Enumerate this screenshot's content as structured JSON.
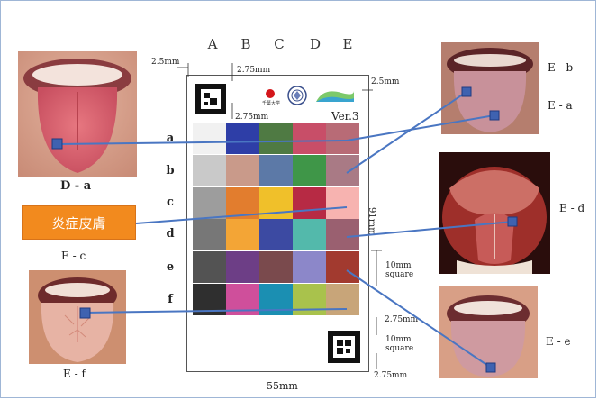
{
  "columns": [
    "A",
    "B",
    "C",
    "D",
    "E"
  ],
  "rows": [
    "a",
    "b",
    "c",
    "d",
    "e",
    "f"
  ],
  "card": {
    "ver": "Ver.3",
    "logo_text": "千葉大学",
    "dims": {
      "left_margin": "2.5mm",
      "right_margin": "2.5mm",
      "top_gap_1": "2.75mm",
      "top_gap_2": "2.75mm",
      "height_total": "91mm",
      "square_1": "10mm\nsquare",
      "square_2": "10mm\nsquare",
      "bottom_gap_1": "2.75mm",
      "bottom_gap_2": "2.75mm",
      "width_total": "55mm"
    },
    "swatches": [
      [
        "#f1f1f1",
        "#2e3ea7",
        "#4f7a43",
        "#c84e68",
        "#b86b76"
      ],
      [
        "#c9c9c9",
        "#c99a8a",
        "#5c79a7",
        "#3f9648",
        "#a97a85"
      ],
      [
        "#9d9d9d",
        "#e27d2e",
        "#f0c02a",
        "#b72a44",
        "#f7b3b0"
      ],
      [
        "#777777",
        "#f3a536",
        "#3c4aa2",
        "#53b9ab",
        "#9a6070"
      ],
      [
        "#535353",
        "#6d3e86",
        "#7a4a4d",
        "#8c87c9",
        "#a23a2f"
      ],
      [
        "#2f2f2f",
        "#cf4f9b",
        "#1b8fb2",
        "#a9c24c",
        "#c8a579"
      ]
    ]
  },
  "photos": {
    "da": "D - a",
    "ec": "E - c",
    "ef": "E - f",
    "eb": "E - b",
    "ea": "E - a",
    "ed": "E - d",
    "ee": "E - e"
  },
  "tag": "炎症皮膚",
  "colors": {
    "line": "#4a76c2",
    "marker": "#3f62b0"
  }
}
